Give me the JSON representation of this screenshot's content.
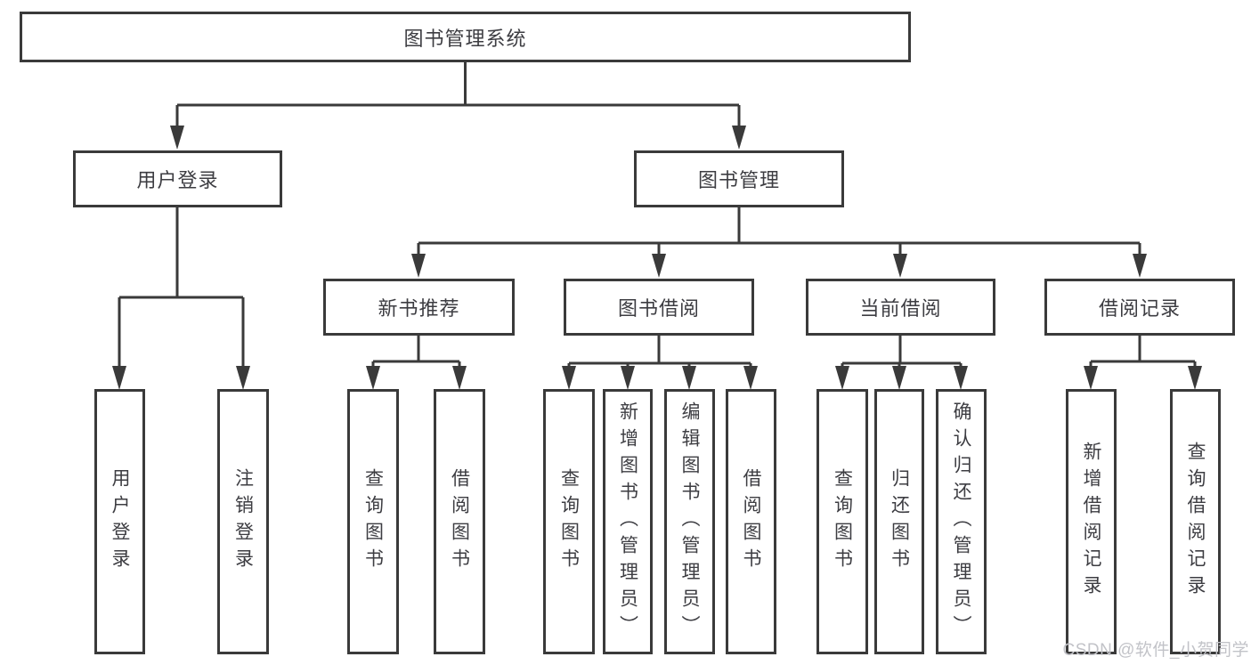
{
  "tree": {
    "label": "图书管理系统",
    "children": [
      {
        "label": "用户登录",
        "children": [
          {
            "label": "用户登录"
          },
          {
            "label": "注销登录"
          }
        ]
      },
      {
        "label": "图书管理",
        "children": [
          {
            "label": "新书推荐",
            "children": [
              {
                "label": "查询图书"
              },
              {
                "label": "借阅图书"
              }
            ]
          },
          {
            "label": "图书借阅",
            "children": [
              {
                "label": "查询图书"
              },
              {
                "label": "新增图书（管理员）"
              },
              {
                "label": "编辑图书（管理员）"
              },
              {
                "label": "借阅图书"
              }
            ]
          },
          {
            "label": "当前借阅",
            "children": [
              {
                "label": "查询图书"
              },
              {
                "label": "归还图书"
              },
              {
                "label": "确认归还（管理员）"
              }
            ]
          },
          {
            "label": "借阅记录",
            "children": [
              {
                "label": "新增借阅记录"
              },
              {
                "label": "查询借阅记录"
              }
            ]
          }
        ]
      }
    ]
  },
  "watermark": {
    "text": "CSDN @软件_小贺同学"
  },
  "colors": {
    "line": "#3a3a3a",
    "box_border": "#3a3a3a",
    "text": "#3d3d42",
    "watermark": "#c2c3c8",
    "background": "#ffffff"
  }
}
